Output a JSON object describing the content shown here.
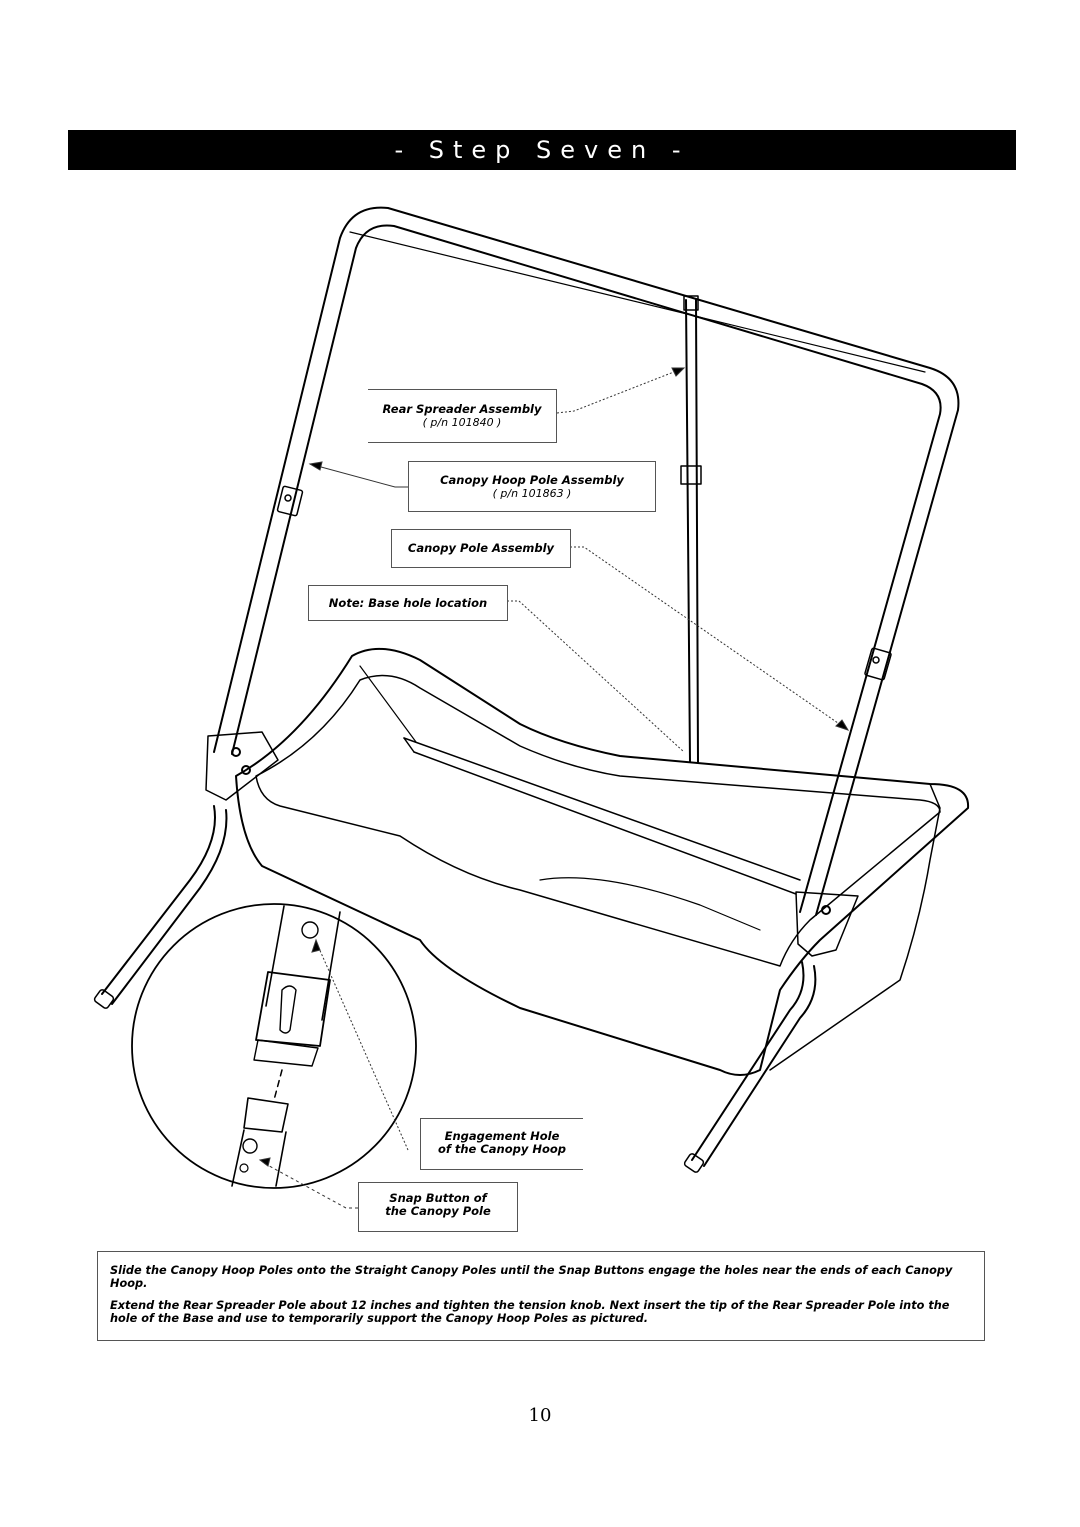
{
  "header": {
    "title": "- Step Seven -"
  },
  "callouts": {
    "rear_spreader": {
      "label": "Rear Spreader Assembly",
      "part_number": "( p/n 101840 )"
    },
    "canopy_hoop_pole": {
      "label": "Canopy Hoop Pole Assembly",
      "part_number": "( p/n 101863 )"
    },
    "canopy_pole": {
      "label": "Canopy Pole Assembly"
    },
    "base_hole": {
      "label": "Note: Base hole location"
    },
    "engagement_hole": {
      "line1": "Engagement Hole",
      "line2": "of the Canopy Hoop"
    },
    "snap_button": {
      "line1": "Snap Button of",
      "line2": "the Canopy Pole"
    }
  },
  "instructions": {
    "paragraph1": "Slide the Canopy Hoop Poles onto the Straight Canopy Poles until the Snap Buttons engage the holes near the ends of each Canopy Hoop.",
    "paragraph2": "Extend the Rear Spreader Pole about 12 inches and tighten the tension knob. Next insert the tip of the Rear Spreader Pole into the hole of the Base and use to temporarily support the Canopy Hoop Poles as pictured."
  },
  "footer": {
    "page_number": "10"
  }
}
